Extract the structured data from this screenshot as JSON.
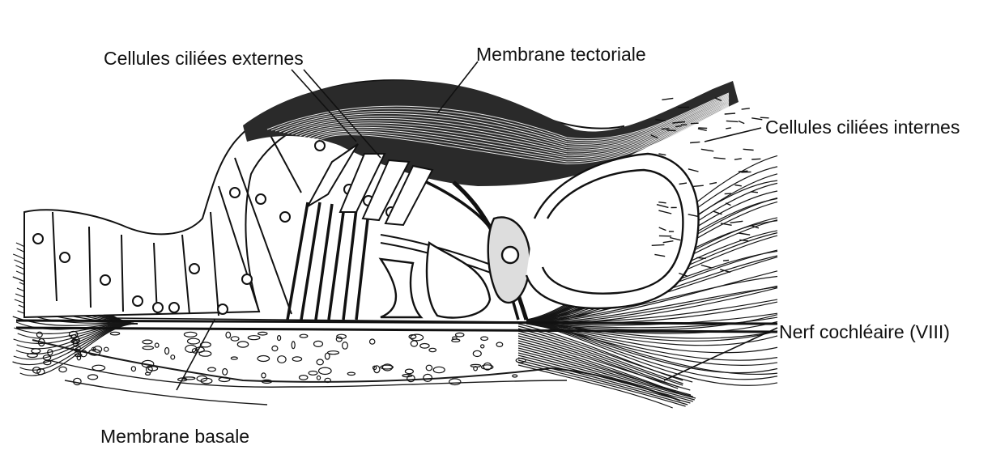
{
  "labels": {
    "outer_hair_cells": "Cellules ciliées externes",
    "tectorial_membrane": "Membrane tectoriale",
    "inner_hair_cells": "Cellules ciliées internes",
    "cochlear_nerve": "Nerf cochléaire (VIII)",
    "basilar_membrane": "Membrane basale"
  },
  "colors": {
    "ink": "#111111",
    "paper": "#ffffff"
  }
}
